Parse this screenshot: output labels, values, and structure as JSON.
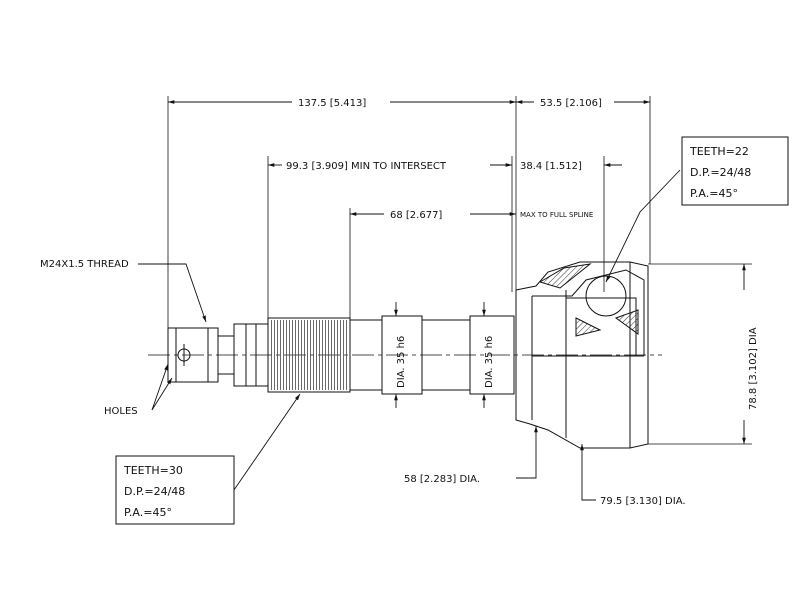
{
  "dimensions": {
    "overall_length": "137.5 [5.413]",
    "cv_length": "53.5 [2.106]",
    "min_to_intersect": "99.3 [3.909] MIN TO INTERSECT",
    "inner_dim": "38.4 [1.512]",
    "spline_length": "68 [2.677]",
    "max_to_full_spline": "MAX TO FULL SPLINE",
    "bell_height": "78.8 [3.102] DIA",
    "seal_dia": "58 [2.283] DIA.",
    "outer_dia": "79.5 [3.130] DIA.",
    "shaft_dia_1": "DIA. 35 h6",
    "shaft_dia_2": "DIA. 35 h6"
  },
  "callouts": {
    "thread": "M24X1.5 THREAD",
    "holes": "HOLES"
  },
  "spline_outer": {
    "teeth": "TEETH=30",
    "dp": "D.P.=24/48",
    "pa": "P.A.=45°"
  },
  "spline_inner": {
    "teeth": "TEETH=22",
    "dp": "D.P.=24/48",
    "pa": "P.A.=45°"
  }
}
